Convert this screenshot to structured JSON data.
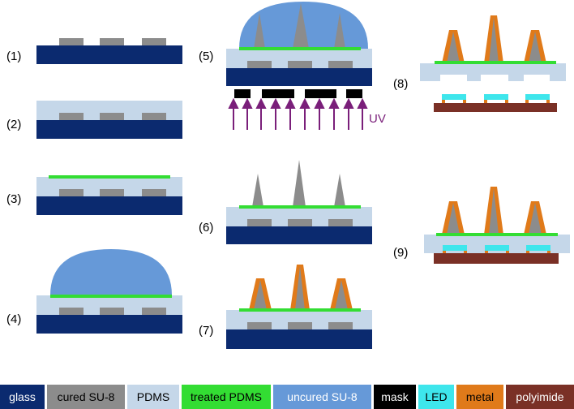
{
  "steps": [
    "(1)",
    "(2)",
    "(3)",
    "(4)",
    "(5)",
    "(6)",
    "(7)",
    "(8)",
    "(9)"
  ],
  "uv_label": "UV",
  "legend": [
    {
      "label": "glass",
      "color": "#0b2a6f",
      "text_color": "#ffffff"
    },
    {
      "label": "cured SU-8",
      "color": "#8c8c8c",
      "text_color": "#000000"
    },
    {
      "label": "PDMS",
      "color": "#c5d7e9",
      "text_color": "#000000"
    },
    {
      "label": "treated PDMS",
      "color": "#33dd33",
      "text_color": "#000000"
    },
    {
      "label": "uncured SU-8",
      "color": "#6699d8",
      "text_color": "#ffffff"
    },
    {
      "label": "mask",
      "color": "#000000",
      "text_color": "#ffffff"
    },
    {
      "label": "LED",
      "color": "#3ee6ec",
      "text_color": "#000000"
    },
    {
      "label": "metal",
      "color": "#e07a1a",
      "text_color": "#000000"
    },
    {
      "label": "polyimide",
      "color": "#7a3026",
      "text_color": "#ffffff"
    }
  ],
  "colors": {
    "glass": "#0b2a6f",
    "cured_su8": "#8c8c8c",
    "pdms": "#c5d7e9",
    "treated_pdms": "#33dd33",
    "uncured_su8": "#6699d8",
    "mask": "#000000",
    "led": "#3ee6ec",
    "metal": "#e07a1a",
    "polyimide": "#7a3026",
    "uv": "#7a1f7a"
  }
}
